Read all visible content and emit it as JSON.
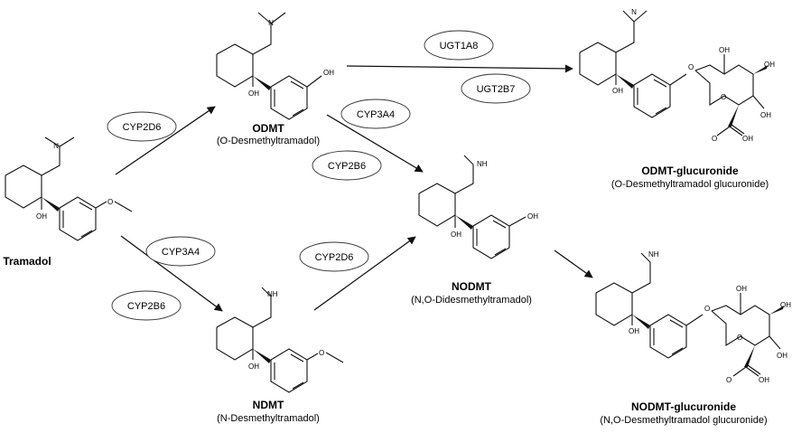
{
  "compounds": {
    "tramadol": {
      "name": "Tramadol",
      "full": ""
    },
    "odmt": {
      "name": "ODMT",
      "full": "(O-Desmethyltramadol)"
    },
    "ndmt": {
      "name": "NDMT",
      "full": "(N-Desmethyltramadol)"
    },
    "nodmt": {
      "name": "NODMT",
      "full": "(N,O-Didesmethyltramadol)"
    },
    "odmt_gluc": {
      "name": "ODMT-glucuronide",
      "full": "(O-Desmethyltramadol glucuronide)"
    },
    "nodmt_gluc": {
      "name": "NODMT-glucuronide",
      "full": "(N,O-Desmethyltramadol glucuronide)"
    }
  },
  "enzymes": {
    "tram_odmt": "CYP2D6",
    "tram_ndmt_1": "CYP3A4",
    "tram_ndmt_2": "CYP2B6",
    "odmt_nodmt_1": "CYP3A4",
    "odmt_nodmt_2": "CYP2B6",
    "ndmt_nodmt": "CYP2D6",
    "odmt_gluc_1": "UGT1A8",
    "odmt_gluc_2": "UGT2B7"
  },
  "atoms": {
    "N": "N",
    "NH": "NH",
    "OH": "OH",
    "OH_lower": "OH",
    "O": "O"
  }
}
